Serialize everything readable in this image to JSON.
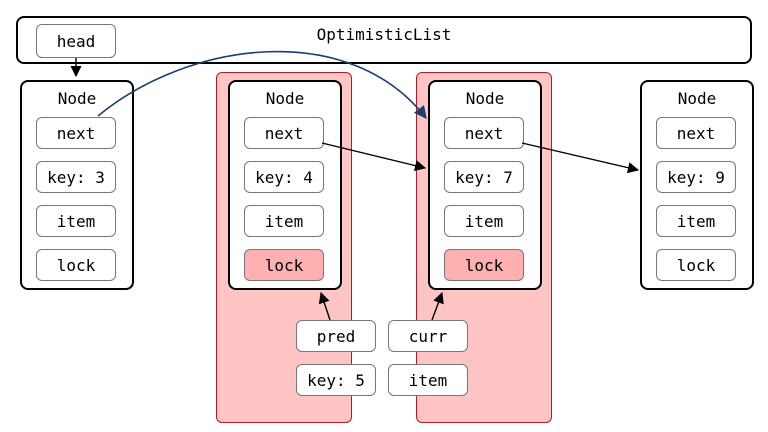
{
  "list": {
    "title": "OptimisticList",
    "head_label": "head"
  },
  "node_title": "Node",
  "nodes": [
    {
      "next": "next",
      "key": "key: 3",
      "item": "item",
      "lock": "lock"
    },
    {
      "next": "next",
      "key": "key: 4",
      "item": "item",
      "lock": "lock"
    },
    {
      "next": "next",
      "key": "key: 7",
      "item": "item",
      "lock": "lock"
    },
    {
      "next": "next",
      "key": "key: 9",
      "item": "item",
      "lock": "lock"
    }
  ],
  "pointers": {
    "pred": "pred",
    "pred_key": "key: 5",
    "curr": "curr",
    "curr_item": "item"
  },
  "colors": {
    "lock_highlight": "#ffb0b0",
    "lane_fill": "#ffc4c4",
    "lane_border": "#b01a2a",
    "head_arrow": "#1a3e6e"
  }
}
